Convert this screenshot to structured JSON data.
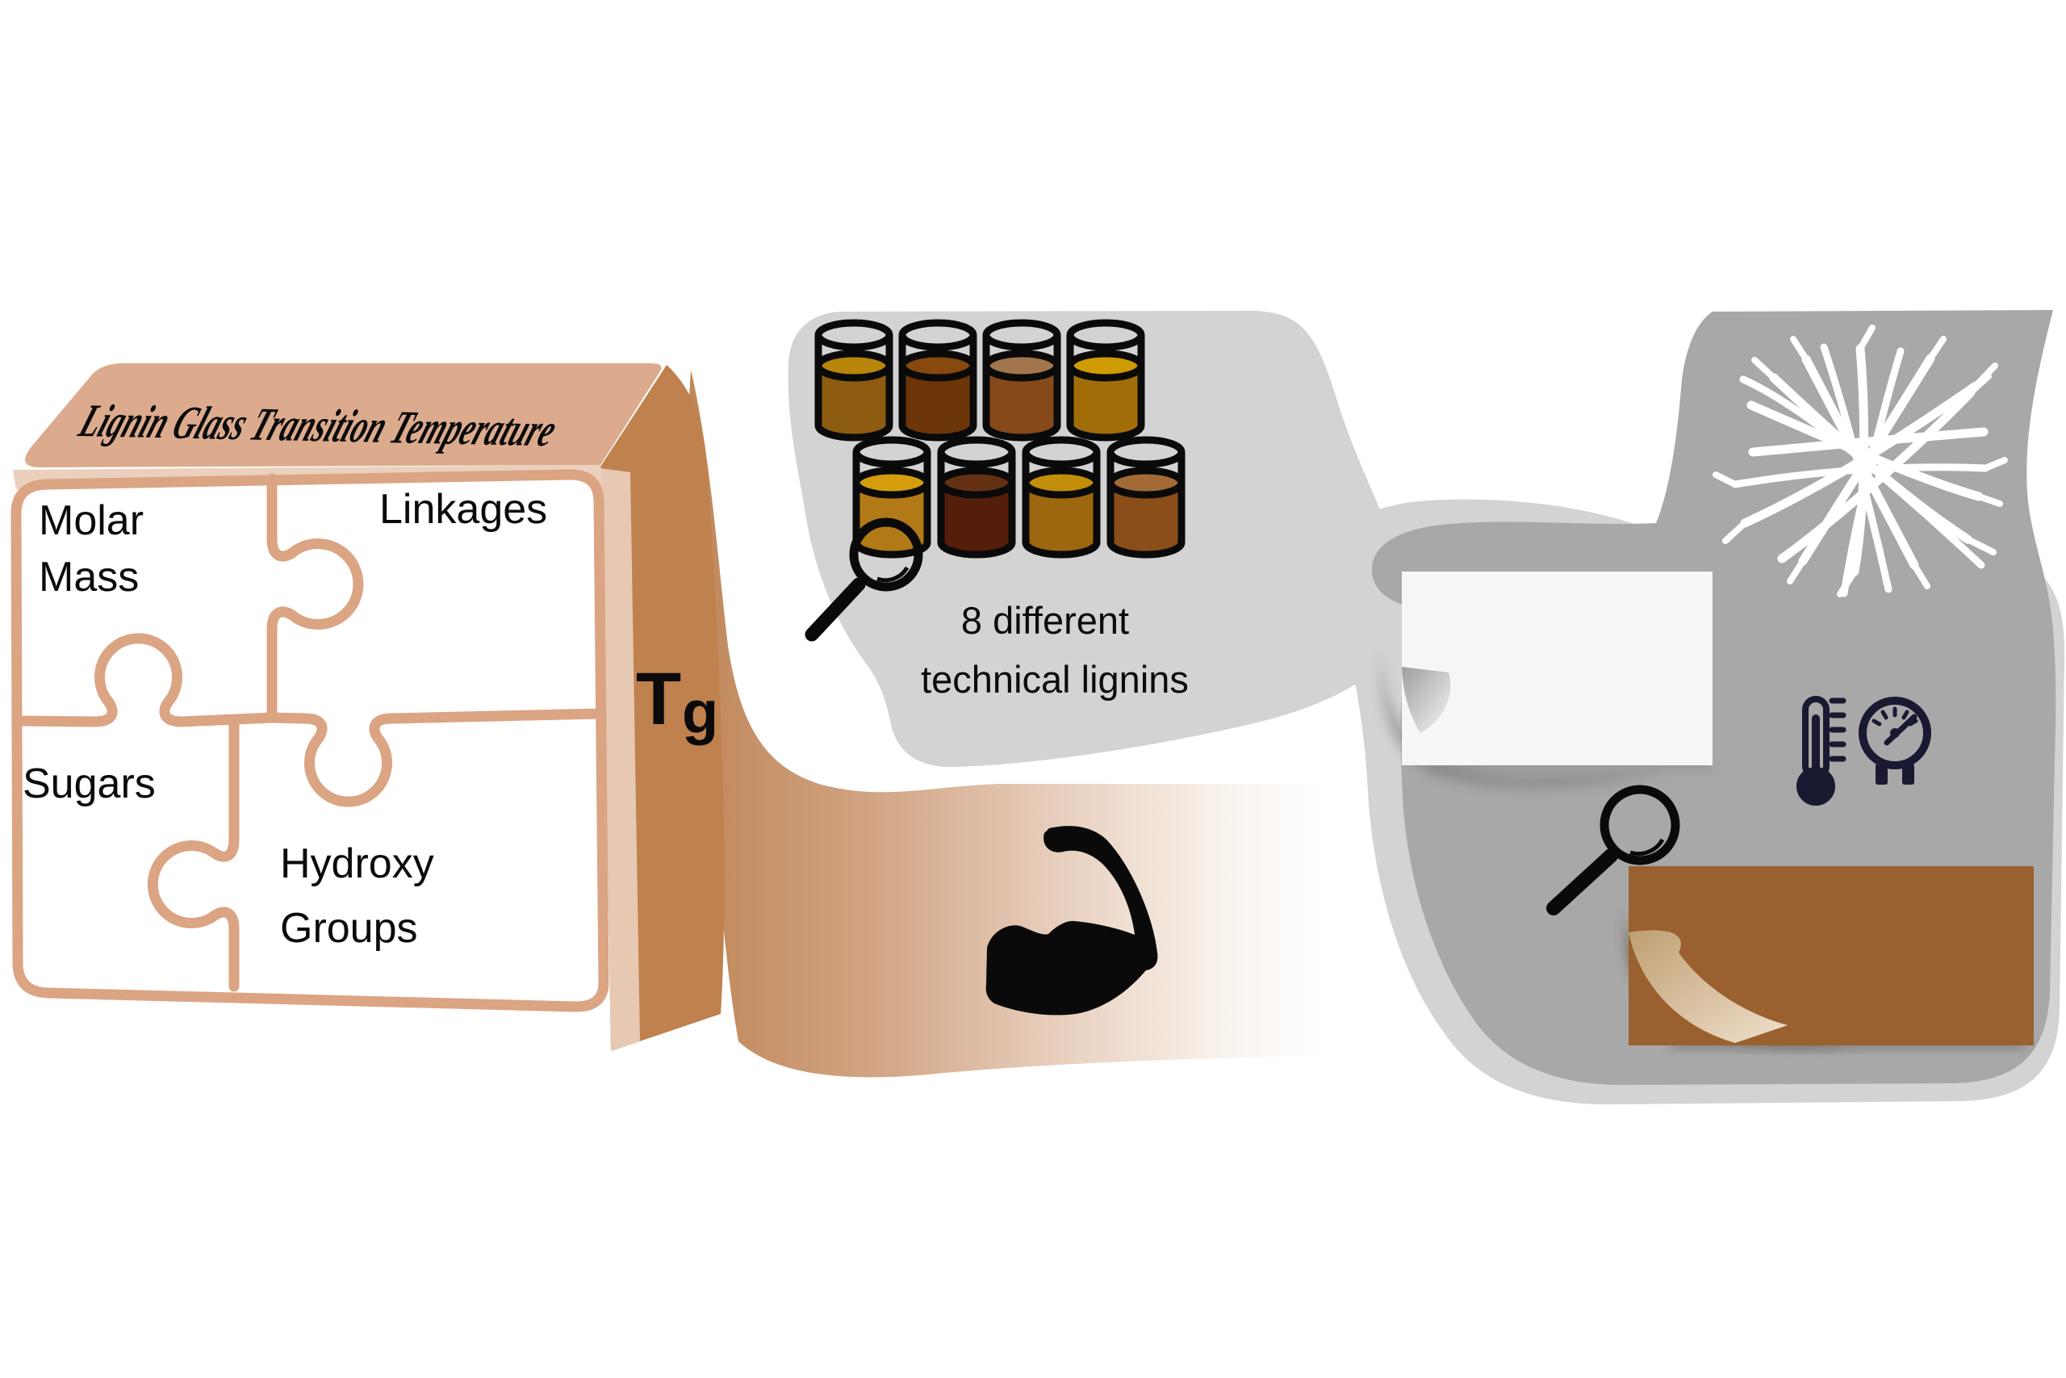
{
  "figure": {
    "box": {
      "title": "Lignin Glass Transition Temperature",
      "tg": {
        "main": "T",
        "sub": "g"
      },
      "pieces": {
        "molar_mass": {
          "line1": "Molar",
          "line2": "Mass"
        },
        "linkages": {
          "line1": "Linkages"
        },
        "sugars": {
          "line1": "Sugars"
        },
        "hydroxy_groups": {
          "line1": "Hydroxy",
          "line2": "Groups"
        }
      }
    },
    "samples": {
      "caption_line1": "8 different",
      "caption_line2": "technical lignins",
      "jar_colors": [
        {
          "surface": "#b8860b",
          "body": "#8d5c10"
        },
        {
          "surface": "#87490e",
          "body": "#6d3609"
        },
        {
          "surface": "#a1764c",
          "body": "#86491a"
        },
        {
          "surface": "#cf9b04",
          "body": "#a06d08"
        },
        {
          "surface": "#d59d0e",
          "body": "#b17a16"
        },
        {
          "surface": "#643112",
          "body": "#551e0b"
        },
        {
          "surface": "#c28d09",
          "body": "#9c670e"
        },
        {
          "surface": "#a36a36",
          "body": "#8a4e18"
        }
      ]
    },
    "colors": {
      "box_top": "#dcab8d",
      "box_top_edge": "#ead0bd",
      "box_side": "#bf814e",
      "box_side_strip": "#e7c8b2",
      "puzzle_border": "#dba483",
      "ribbon_start": "#bf8657",
      "blob_light": "#d3d3d3",
      "blob_dark": "#a8a8a8",
      "paper_white": "#f6f6f7",
      "paper_brown": "#9a6130",
      "instrument_icon": "#191932",
      "ink": "#0a0a0a"
    }
  }
}
